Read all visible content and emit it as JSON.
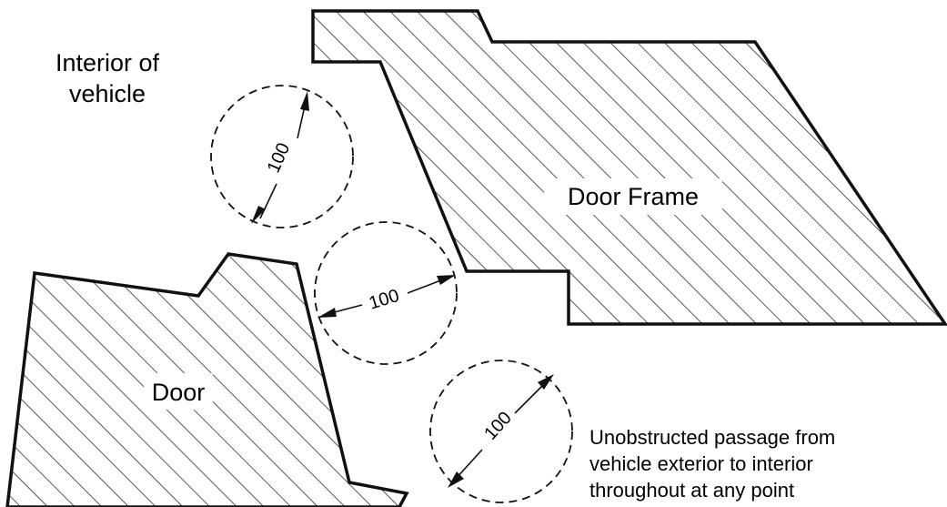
{
  "labels": {
    "interior_line1": "Interior of",
    "interior_line2": "vehicle",
    "door_frame": "Door Frame",
    "door": "Door",
    "note_line1": "Unobstructed passage from",
    "note_line2": "vehicle exterior to interior",
    "note_line3": "throughout at any point"
  },
  "dimensions": {
    "circle_top": "100",
    "circle_middle": "100",
    "circle_bottom": "100"
  },
  "colors": {
    "line": "#111111",
    "background": "#ffffff"
  }
}
